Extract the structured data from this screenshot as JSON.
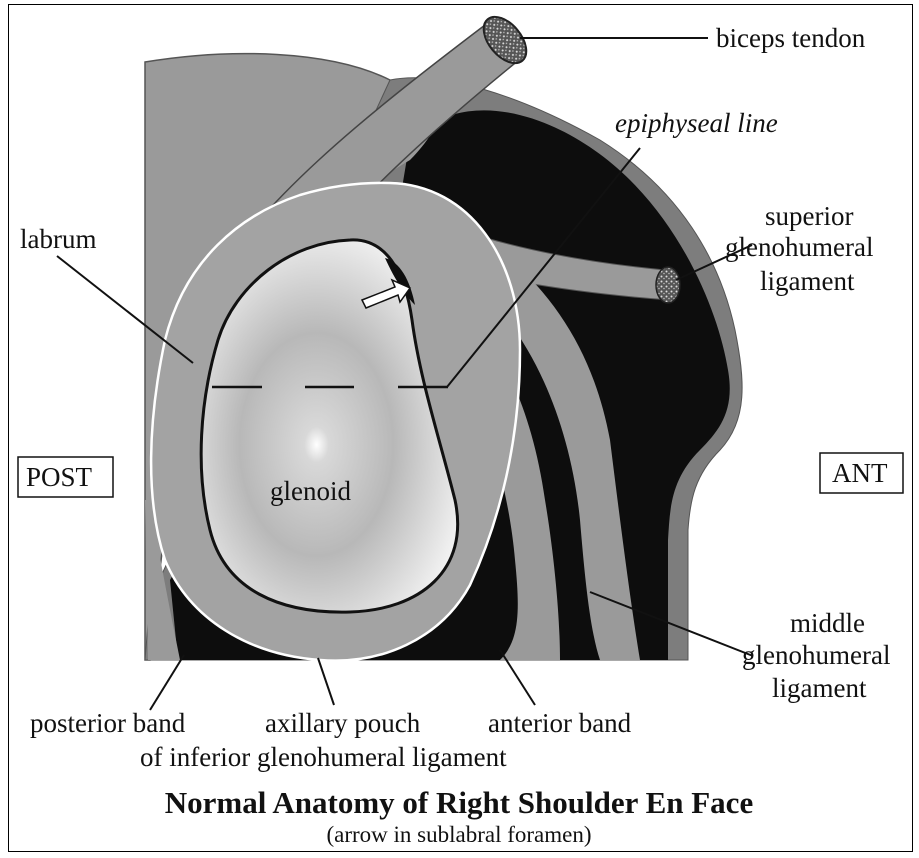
{
  "labels": {
    "biceps_tendon": "biceps tendon",
    "epiphyseal_line": "epiphyseal line",
    "superior_gh": [
      "superior",
      "glenohumeral",
      "ligament"
    ],
    "labrum": "labrum",
    "post": "POST",
    "ant": "ANT",
    "glenoid": "glenoid",
    "middle_gh": [
      "middle",
      "glenohumeral",
      "ligament"
    ],
    "posterior_band": "posterior band",
    "axillary_pouch": "axillary pouch",
    "anterior_band": "anterior band",
    "inferior_gh": "of inferior glenohumeral ligament"
  },
  "title": "Normal Anatomy of Right Shoulder En Face",
  "subtitle": "(arrow in sublabral foramen)",
  "colors": {
    "black": "#0d0d0d",
    "gray": "#9a9a9a",
    "dark_gray": "#6e6e6e",
    "white": "#ffffff"
  }
}
